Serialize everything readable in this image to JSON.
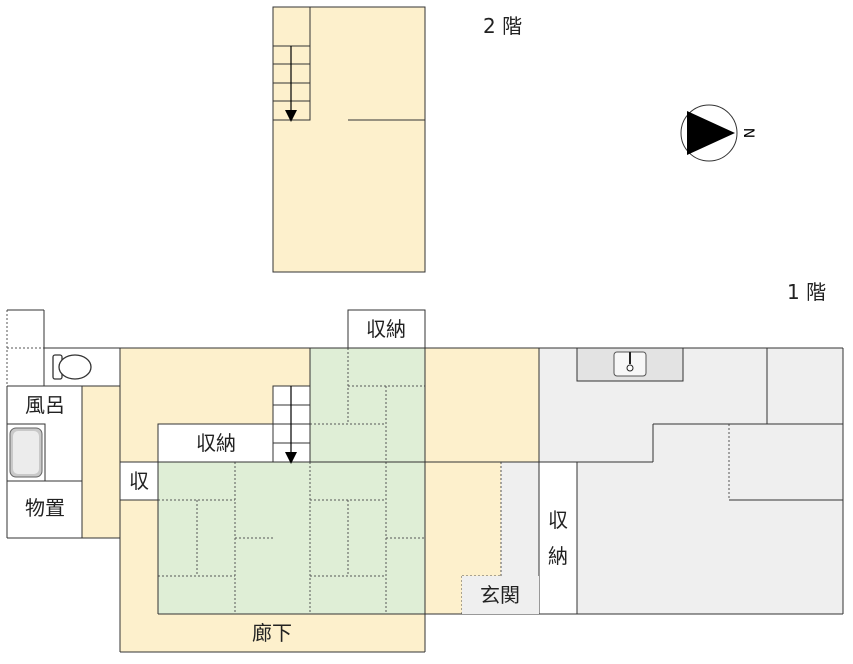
{
  "floors": {
    "second": "2 階",
    "first": "1 階"
  },
  "compass": {
    "label": "N",
    "icon": "north-arrow-icon"
  },
  "rooms": {
    "storage_top": "収納",
    "storage_mid": "収納",
    "storage_small": "収",
    "storage_vertical_1": "収",
    "storage_vertical_2": "納",
    "bath": "風呂",
    "shed": "物置",
    "entrance": "玄関",
    "corridor": "廊下"
  },
  "colors": {
    "wood_floor": "#fdf0cc",
    "tatami": "#dfeed6",
    "tatami_grid": "#7a7a7a",
    "dirt_floor": "#efefef",
    "wall": "#333333"
  }
}
